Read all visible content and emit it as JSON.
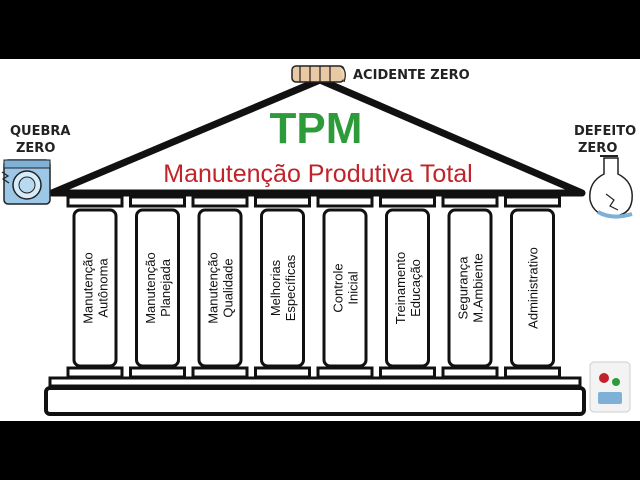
{
  "roof": {
    "title": "TPM",
    "subtitle": "Manutenção Produtiva Total"
  },
  "goals": {
    "top": "ACIDENTE ZERO",
    "left_line1": "QUEBRA",
    "left_line2": "ZERO",
    "right_line1": "DEFEITO",
    "right_line2": "ZERO"
  },
  "pillars": [
    {
      "line1": "Manutenção",
      "line2": "Autônoma"
    },
    {
      "line1": "Manutenção",
      "line2": "Planejada"
    },
    {
      "line1": "Manutenção",
      "line2": "Qualidade"
    },
    {
      "line1": "Melhorias",
      "line2": "Específicas"
    },
    {
      "line1": "Controle",
      "line2": "Inicial"
    },
    {
      "line1": "Treinamento",
      "line2": "Educação"
    },
    {
      "line1": "Segurança",
      "line2": "M.Ambiente"
    },
    {
      "line1": "Administrativo",
      "line2": ""
    }
  ],
  "colors": {
    "title_green": "#2e9b3a",
    "subtitle_red": "#c0232a",
    "outline": "#111111",
    "paper": "#ffffff",
    "letterbox": "#000000"
  },
  "icons": {
    "top": "bandaged-hand-icon",
    "left": "washing-machine-icon",
    "right": "broken-flask-icon",
    "corner": "logo-icon"
  }
}
